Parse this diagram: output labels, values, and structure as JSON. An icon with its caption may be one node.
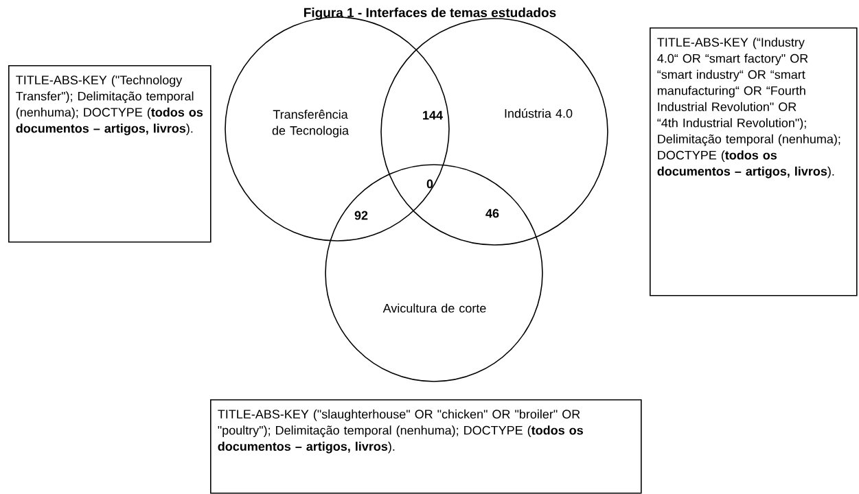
{
  "diagram": {
    "title": "Figura 1 - Interfaces de temas estudados",
    "nodes": [
      {
        "text": [
          "TITLE-ABS-KEY (\"Technology Transfer\"); Delimitação temporal (nenhuma); DOCTYPE (**todos os documentos – artigos, livros**)."
        ]
      },
      {
        "text": [
          "Transferência de Tecnologia"
        ]
      },
      {
        "text": [
          "Indústria 4.0"
        ]
      },
      {
        "text": [
          "TITLE-ABS-KEY (“Industry 4.0“ OR “smart factory\" OR “smart industry“ OR “smart manufacturing“ OR “Fourth Industrial Revolution\" OR “4th Industrial Revolution\"); Delimitação temporal (nenhuma); DOCTYPE (**todos os documentos – artigos, livros**)."
        ]
      },
      {
        "text": [
          "Avicultura de corte"
        ]
      },
      {
        "text": [
          "TITLE-ABS-KEY (\"slaughterhouse\" OR \"chicken\" OR \"broiler\" OR \"poultry\"); Delimitação temporal (nenhuma); DOCTYPE (**todos os documentos – artigos, livros**)."
        ]
      }
    ],
    "labels": [
      "144",
      "0",
      "92",
      "46"
    ]
  }
}
